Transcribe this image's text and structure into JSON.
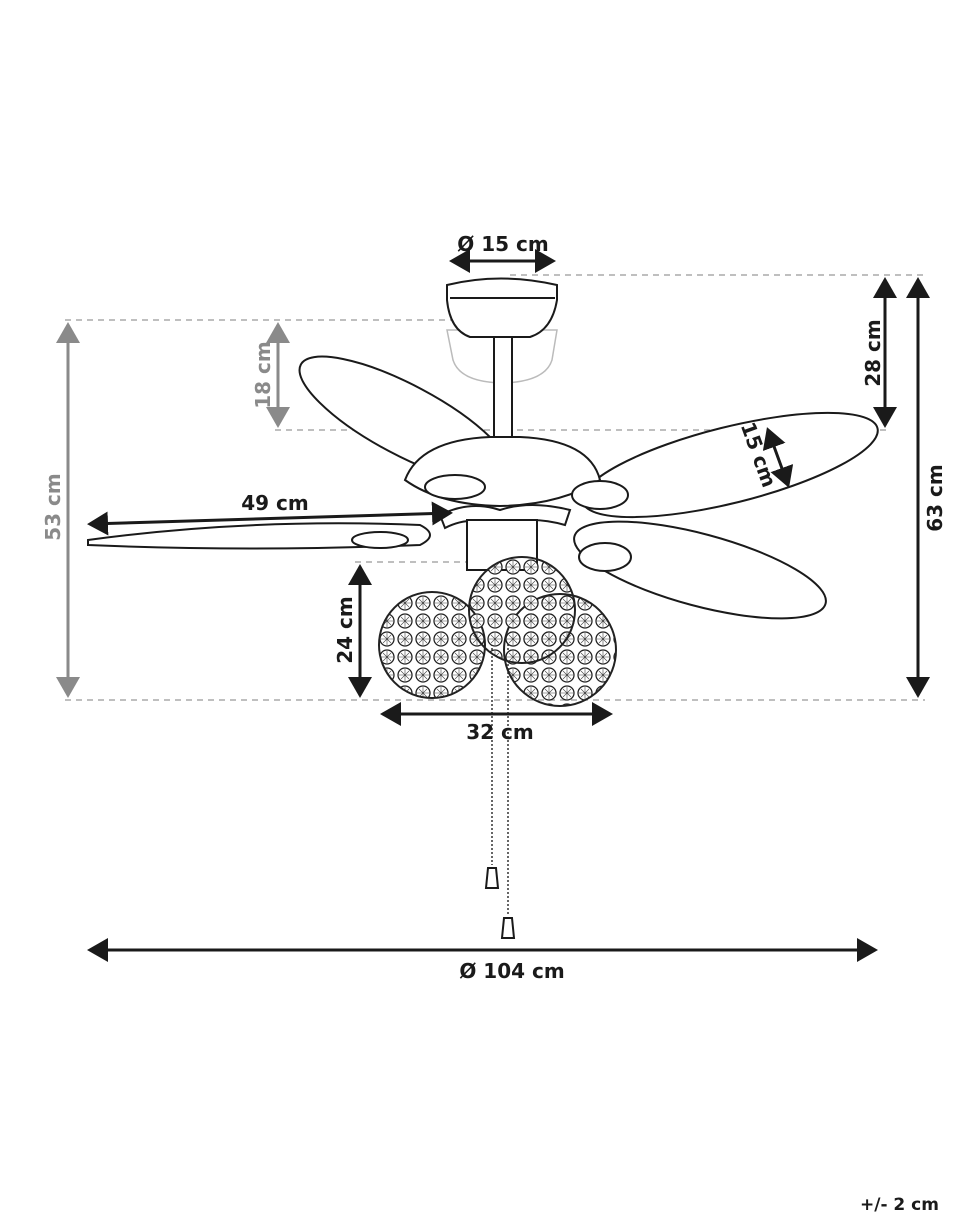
{
  "dimensions": {
    "canopy_diameter": "Ø 15 cm",
    "downrod_adjust": "18 cm",
    "min_height": "53 cm",
    "canopy_to_blade": "28 cm",
    "total_height": "63 cm",
    "blade_width": "15 cm",
    "blade_length": "49 cm",
    "light_height": "24 cm",
    "light_width": "32 cm",
    "fan_diameter": "Ø 104 cm"
  },
  "tolerance": "+/- 2 cm",
  "colors": {
    "primary": "#1a1a1a",
    "secondary": "#8a8a8a"
  }
}
